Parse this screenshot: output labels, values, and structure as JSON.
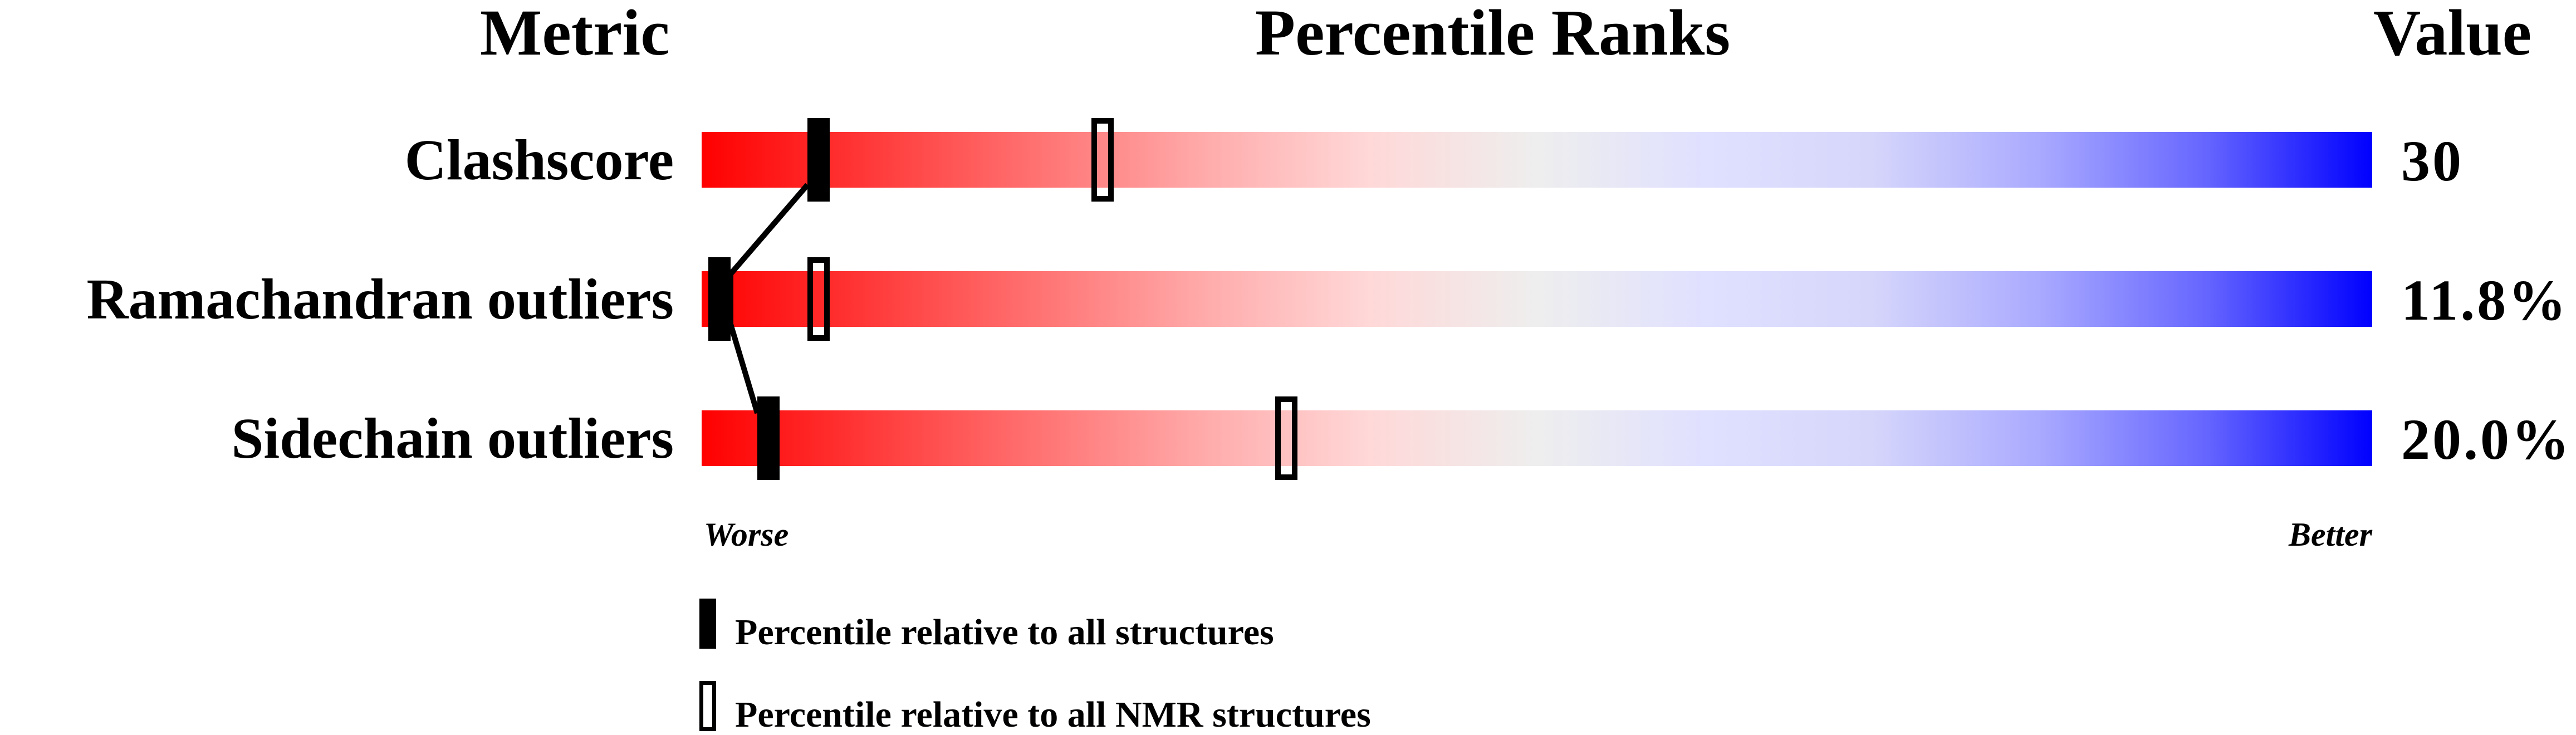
{
  "headers": {
    "metric": "Metric",
    "percentile_ranks": "Percentile Ranks",
    "value": "Value"
  },
  "rows": [
    {
      "label": "Clashscore",
      "value": "30",
      "percentile_all": 7,
      "percentile_nmr": 24
    },
    {
      "label": "Ramachandran outliers",
      "value": "11.8%",
      "percentile_all": 1,
      "percentile_nmr": 7
    },
    {
      "label": "Sidechain outliers",
      "value": "20.0%",
      "percentile_all": 4,
      "percentile_nmr": 35
    }
  ],
  "axis": {
    "worse": "Worse",
    "better": "Better"
  },
  "legend": {
    "all": {
      "icon": "solid-bar-marker",
      "label": "Percentile relative to all structures"
    },
    "nmr": {
      "icon": "hollow-bar-marker",
      "label": "Percentile relative to all NMR structures"
    }
  },
  "colors": {
    "worst": "#ff0000",
    "mid": "#eeeeee",
    "best": "#0000ff",
    "marker": "#000000"
  },
  "chart_data": {
    "type": "bar",
    "title": "Percentile Ranks",
    "categories": [
      "Clashscore",
      "Ramachandran outliers",
      "Sidechain outliers"
    ],
    "values_display": [
      "30",
      "11.8%",
      "20.0%"
    ],
    "series": [
      {
        "name": "Percentile relative to all structures",
        "marker": "solid",
        "values": [
          7,
          1,
          4
        ]
      },
      {
        "name": "Percentile relative to all NMR structures",
        "marker": "hollow",
        "values": [
          24,
          7,
          35
        ]
      }
    ],
    "xlabel_left": "Worse",
    "xlabel_right": "Better",
    "xlim": [
      0,
      100
    ],
    "column_headers": [
      "Metric",
      "Percentile Ranks",
      "Value"
    ],
    "grid": false,
    "legend_position": "bottom"
  }
}
